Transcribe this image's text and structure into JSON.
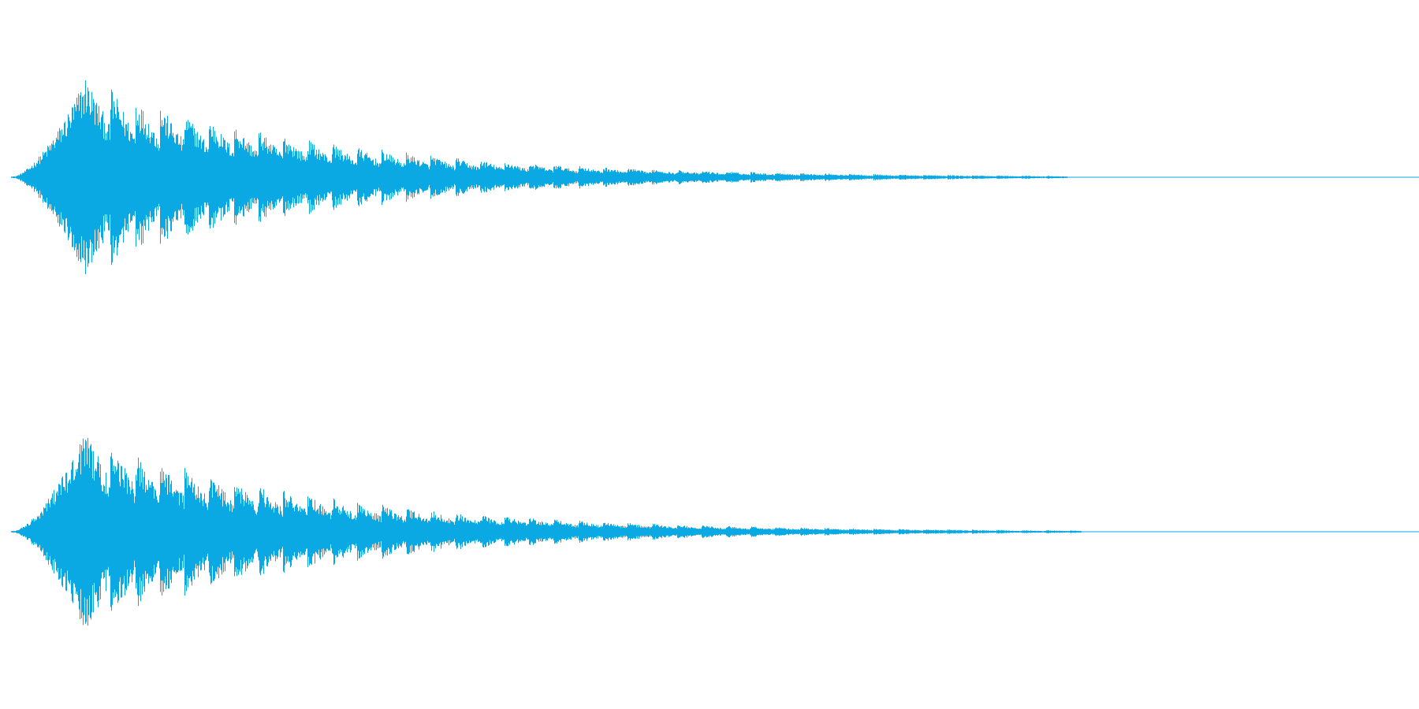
{
  "waveform": {
    "color": "#0aa9e3",
    "background": "#ffffff"
  },
  "chart_data": {
    "type": "area",
    "description_channels": 2,
    "x_domain": [
      0,
      1
    ],
    "y_domain": [
      -1,
      1
    ],
    "series": [
      {
        "amplitude_envelope": {
          "attack_start": 0.0,
          "attack_peak_at": 0.053,
          "peak_amplitude": 0.93,
          "decay_rate": 6.2,
          "pulse_count": 26,
          "pulse_depth": 0.45,
          "silence_after": 0.75
        }
      },
      {
        "amplitude_envelope": {
          "attack_start": 0.0,
          "attack_peak_at": 0.053,
          "peak_amplitude": 0.93,
          "decay_rate": 6.2,
          "pulse_count": 26,
          "pulse_depth": 0.45,
          "silence_after": 0.76
        }
      }
    ]
  }
}
